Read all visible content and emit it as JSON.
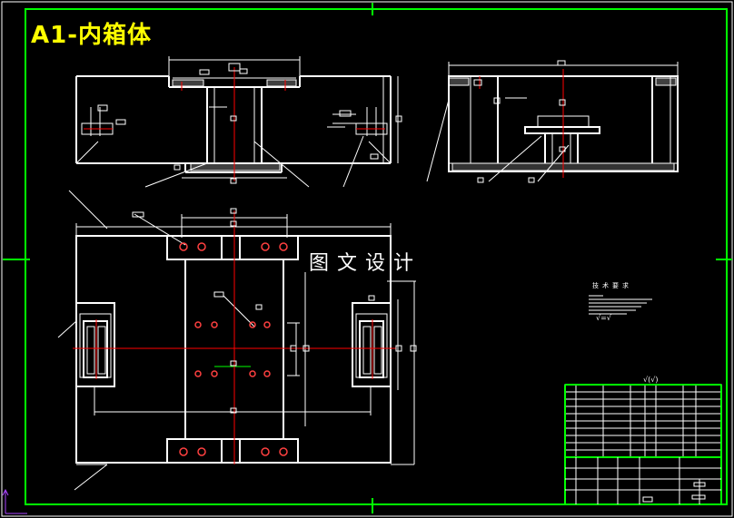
{
  "drawing": {
    "title": "A1-内箱体",
    "watermark": "图文设计",
    "tech_requirements_heading": "技术要求",
    "roughness_symbol": "√=√",
    "roughness_other": "√(√)"
  },
  "colors": {
    "background": "#000000",
    "border": "#00ff00",
    "outline": "#ffffff",
    "centerline": "#ff0000",
    "title": "#ffff00",
    "marker": "#00ff00"
  }
}
